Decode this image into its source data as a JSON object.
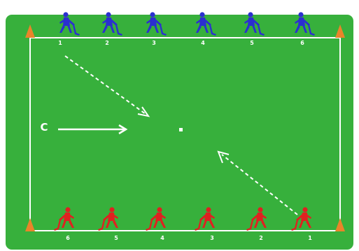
{
  "diagram": {
    "colors": {
      "pitch": "#37b03c",
      "lines": "#ffffff",
      "cones": "#e9842a",
      "blue_team": "#2b2fd0",
      "red_team": "#e02020"
    },
    "coach_label": "C",
    "blue_team": {
      "icon": "hockey-player-icon",
      "numbers": [
        "1",
        "2",
        "3",
        "4",
        "5",
        "6"
      ]
    },
    "red_team": {
      "icon": "hockey-player-icon",
      "numbers": [
        "6",
        "5",
        "4",
        "3",
        "2",
        "1"
      ]
    },
    "cones": [
      "cone-top-left",
      "cone-top-right",
      "cone-bottom-left",
      "cone-bottom-right"
    ],
    "arrows": [
      {
        "from": "blue-1",
        "to": "center",
        "style": "dashed"
      },
      {
        "from": "red-1",
        "to": "center",
        "style": "dashed"
      },
      {
        "from": "coach",
        "to": "center",
        "style": "solid"
      }
    ]
  }
}
